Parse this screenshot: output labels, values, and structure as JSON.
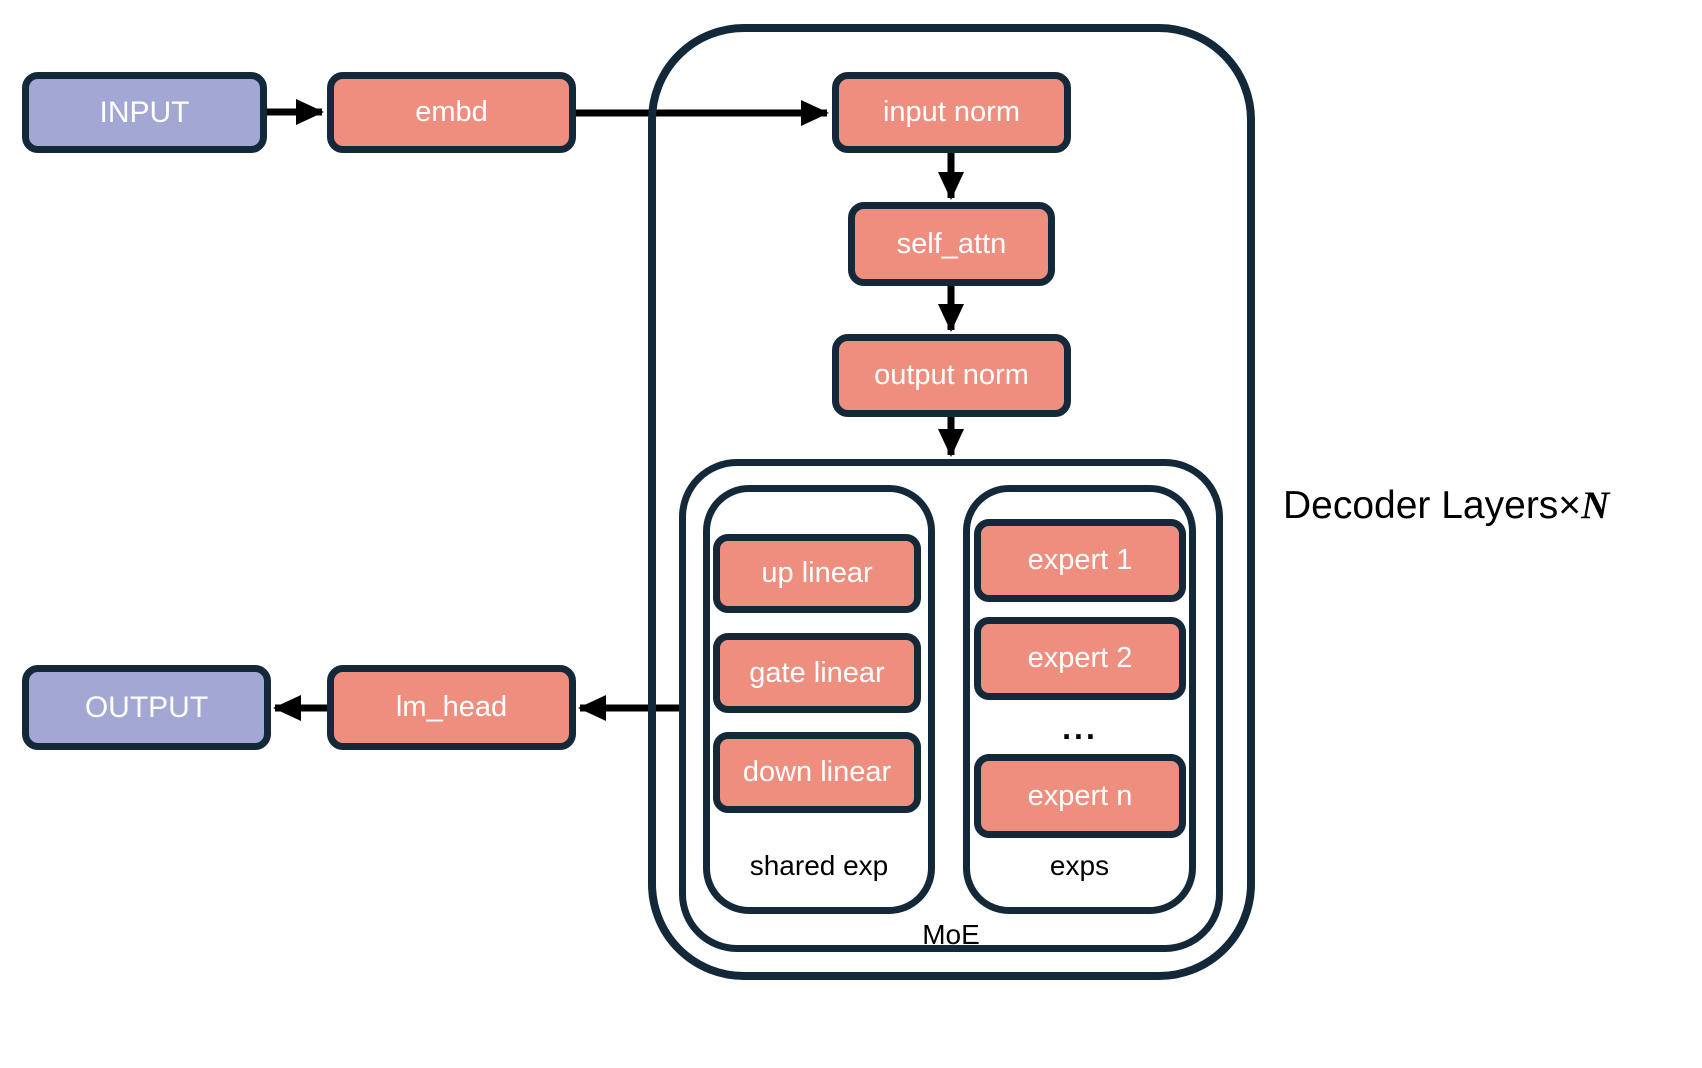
{
  "title": "MoE decoder language model architecture",
  "colors": {
    "block_fill": "#EE8E7F",
    "io_fill": "#A2A8D3",
    "outline": "#132939",
    "arrow": "#000000",
    "block_text": "#ffffff",
    "label_text": "#000000",
    "background": "#ffffff"
  },
  "nodes": {
    "input": "INPUT",
    "embd": "embd",
    "input_norm": "input norm",
    "self_attn": "self_attn",
    "output_norm": "output norm",
    "up_linear": "up linear",
    "gate_linear": "gate linear",
    "down_linear": "down linear",
    "expert_1": "expert 1",
    "expert_2": "expert 2",
    "expert_n": "expert n",
    "lm_head": "lm_head",
    "output": "OUTPUT"
  },
  "groups": {
    "shared_exp": "shared exp",
    "exps": "exps",
    "moe": "MoE",
    "experts_ellipsis": "..."
  },
  "annotation": {
    "decoder_layers_prefix": "Decoder Layers×",
    "decoder_layers_n": "N"
  }
}
